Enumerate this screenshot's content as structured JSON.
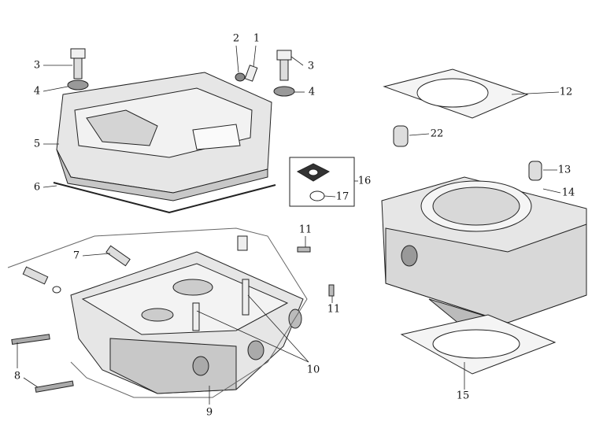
{
  "diagram": {
    "callouts": {
      "c1": "1",
      "c2": "2",
      "c3a": "3",
      "c3b": "3",
      "c4a": "4",
      "c4b": "4",
      "c5": "5",
      "c6": "6",
      "c7": "7",
      "c8": "8",
      "c9": "9",
      "c10": "10",
      "c11a": "11",
      "c11b": "11",
      "c12": "12",
      "c13": "13",
      "c14": "14",
      "c15": "15",
      "c16": "16",
      "c17": "17",
      "c22": "22"
    },
    "colors": {
      "part_fill": "#e6e6e6",
      "part_shade": "#c8c8c8",
      "line": "#222222"
    }
  }
}
